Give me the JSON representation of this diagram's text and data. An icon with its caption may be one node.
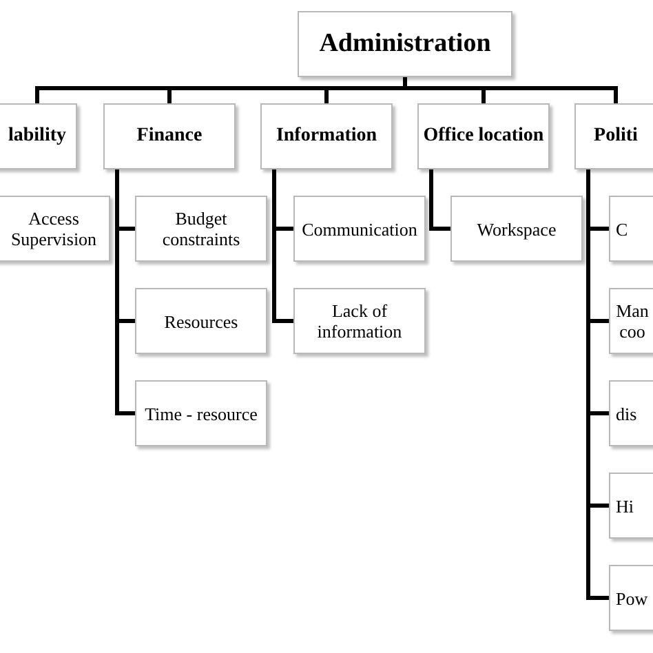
{
  "diagram": {
    "nodes": [
      {
        "text": [
          "Administration"
        ]
      },
      {
        "text": [
          "lability"
        ]
      },
      {
        "text": [
          "Finance"
        ]
      },
      {
        "text": [
          "Information"
        ]
      },
      {
        "text": [
          "Office location"
        ]
      },
      {
        "text": [
          "Politi"
        ]
      },
      {
        "text": [
          "Access Supervision"
        ]
      },
      {
        "text": [
          "Budget constraints"
        ]
      },
      {
        "text": [
          "Communication"
        ]
      },
      {
        "text": [
          "Workspace"
        ]
      },
      {
        "text": [
          "C"
        ]
      },
      {
        "text": [
          "Resources"
        ]
      },
      {
        "text": [
          "Lack of information"
        ]
      },
      {
        "text": [
          "Man coo"
        ]
      },
      {
        "text": [
          "Time - resource"
        ]
      },
      {
        "text": [
          "dis"
        ]
      },
      {
        "text": [
          "Hi"
        ]
      },
      {
        "text": [
          "Pow"
        ]
      }
    ],
    "edges": [
      {
        "from": 0,
        "to": 1,
        "arrow": "none"
      },
      {
        "from": 0,
        "to": 2,
        "arrow": "none"
      },
      {
        "from": 0,
        "to": 3,
        "arrow": "none"
      },
      {
        "from": 0,
        "to": 4,
        "arrow": "none"
      },
      {
        "from": 0,
        "to": 5,
        "arrow": "none"
      },
      {
        "from": 2,
        "to": 7,
        "arrow": "none"
      },
      {
        "from": 2,
        "to": 11,
        "arrow": "none"
      },
      {
        "from": 2,
        "to": 14,
        "arrow": "none"
      },
      {
        "from": 3,
        "to": 8,
        "arrow": "none"
      },
      {
        "from": 3,
        "to": 12,
        "arrow": "none"
      },
      {
        "from": 4,
        "to": 9,
        "arrow": "none"
      },
      {
        "from": 5,
        "to": 10,
        "arrow": "none"
      },
      {
        "from": 5,
        "to": 13,
        "arrow": "none"
      },
      {
        "from": 5,
        "to": 15,
        "arrow": "none"
      },
      {
        "from": 5,
        "to": 16,
        "arrow": "none"
      },
      {
        "from": 5,
        "to": 17,
        "arrow": "none"
      }
    ]
  }
}
